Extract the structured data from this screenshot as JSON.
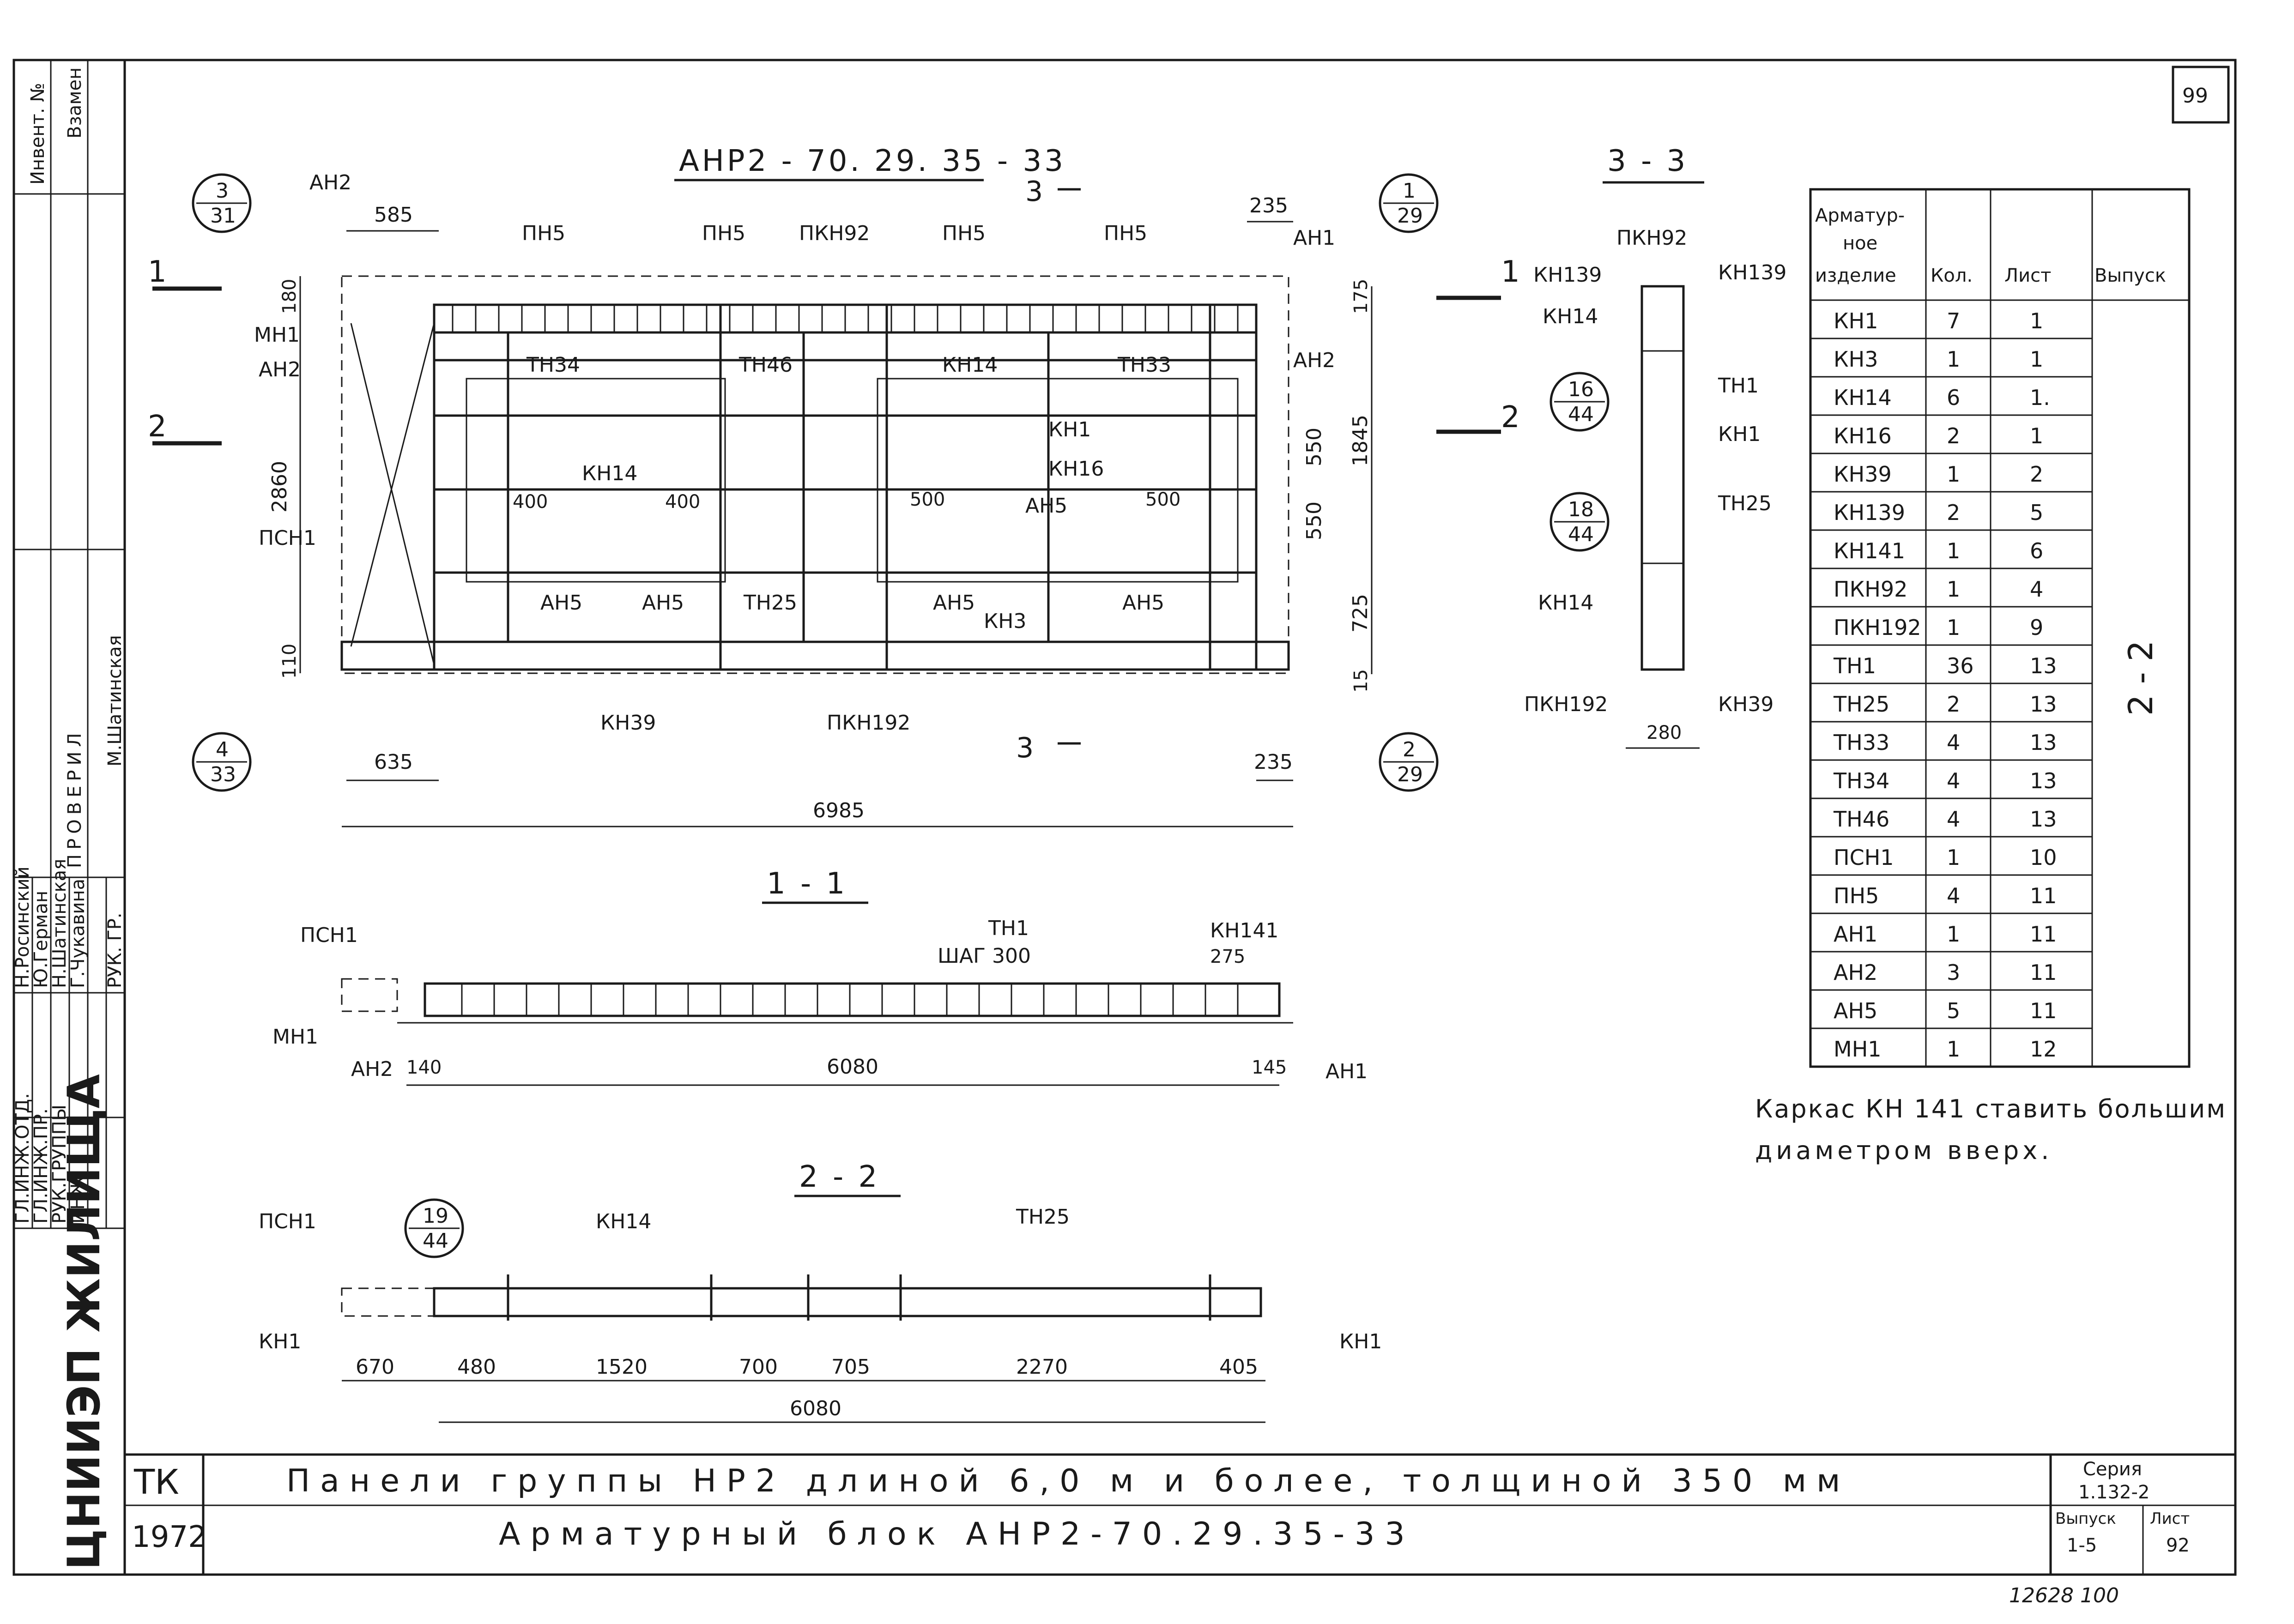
{
  "sheet_number_top": "99",
  "bottom_numbers": "12628 100",
  "main_view": {
    "title": "АНР2 - 70. 29. 35 - 33",
    "dims_top": [
      "585",
      "235"
    ],
    "dims_bottom": [
      "635",
      "235",
      "6985"
    ],
    "dims_left": [
      "180",
      "2860",
      "110"
    ],
    "dims_right": [
      "175",
      "1845",
      "550",
      "550",
      "725",
      "15"
    ],
    "dims_inner": [
      "400",
      "400",
      "500",
      "500"
    ],
    "labels": {
      "an2_top": "АН2",
      "an1_top": "АН1",
      "pn5_1": "ПН5",
      "pn5_2": "ПН5",
      "pkn92": "ПКН92",
      "pn5_3": "ПН5",
      "pn5_4": "ПН5",
      "mn1": "МН1",
      "an2_left": "АН2",
      "psn1": "ПСН1",
      "tn34": "ТН34",
      "tn46": "ТН46",
      "kn14_a": "КН14",
      "tn33": "ТН33",
      "an2_right": "АН2",
      "kn1": "КН1",
      "kn14_b": "КН14",
      "kn16": "КН16",
      "an5_mid": "АН5",
      "an5_1": "АН5",
      "an5_2": "АН5",
      "tn25": "ТН25",
      "an5_3": "АН5",
      "kn3": "КН3",
      "an5_4": "АН5",
      "kn39": "КН39",
      "pkn192": "ПКН192"
    },
    "callouts": [
      {
        "top": "3",
        "bottom": "31"
      },
      {
        "top": "1",
        "bottom": "29"
      },
      {
        "top": "4",
        "bottom": "33"
      },
      {
        "top": "2",
        "bottom": "29"
      }
    ],
    "section_marks": [
      "1",
      "2",
      "1",
      "2",
      "3",
      "3"
    ]
  },
  "section_3_3": {
    "title": "3 - 3",
    "labels": {
      "pkn92": "ПКН92",
      "kn139_l": "КН139",
      "kn139_r": "КН139",
      "kn14_top": "КН14",
      "tn1": "ТН1",
      "kn1": "КН1",
      "tn25": "ТН25",
      "kn14_bot": "КН14",
      "pkn192": "ПКН192",
      "kn39": "КН39"
    },
    "callouts": [
      {
        "top": "16",
        "bottom": "44"
      },
      {
        "top": "18",
        "bottom": "44"
      }
    ],
    "dim": "280"
  },
  "section_1_1": {
    "title": "1 - 1",
    "labels": {
      "psn1": "ПСН1",
      "mn1": "МН1",
      "an2": "АН2",
      "tn1": "ТН1",
      "step": "ШАГ 300",
      "kn141": "КН141",
      "an1": "АН1"
    },
    "dims": [
      "140",
      "6080",
      "145",
      "275"
    ]
  },
  "section_2_2": {
    "title": "2 - 2",
    "labels": {
      "psn1": "ПСН1",
      "kn14": "КН14",
      "tn25": "ТН25",
      "kn1_l": "КН1",
      "kn1_r": "КН1"
    },
    "callout": {
      "top": "19",
      "bottom": "44"
    },
    "dims": [
      "670",
      "480",
      "1520",
      "700",
      "705",
      "2270",
      "405",
      "6080"
    ]
  },
  "table": {
    "headers": [
      "Арматур-ное изделие",
      "Кол.",
      "Лист",
      "Выпуск"
    ],
    "rows": [
      [
        "КН1",
        "7",
        "1"
      ],
      [
        "КН3",
        "1",
        "1"
      ],
      [
        "КН14",
        "6",
        "1."
      ],
      [
        "КН16",
        "2",
        "1"
      ],
      [
        "КН39",
        "1",
        "2"
      ],
      [
        "КН139",
        "2",
        "5"
      ],
      [
        "КН141",
        "1",
        "6"
      ],
      [
        "ПКН92",
        "1",
        "4"
      ],
      [
        "ПКН192",
        "1",
        "9"
      ],
      [
        "ТН1",
        "36",
        "13"
      ],
      [
        "ТН25",
        "2",
        "13"
      ],
      [
        "ТН33",
        "4",
        "13"
      ],
      [
        "ТН34",
        "4",
        "13"
      ],
      [
        "ТН46",
        "4",
        "13"
      ],
      [
        "ПСН1",
        "1",
        "10"
      ],
      [
        "ПН5",
        "4",
        "11"
      ],
      [
        "АН1",
        "1",
        "11"
      ],
      [
        "АН2",
        "3",
        "11"
      ],
      [
        "АН5",
        "5",
        "11"
      ],
      [
        "МН1",
        "1",
        "12"
      ]
    ],
    "issue": "2 - 2"
  },
  "note": [
    "Каркас КН 141 ставить большим",
    "диаметром вверх."
  ],
  "left_strip": {
    "header": [
      "Инвент. №",
      "Взамен"
    ],
    "check": "ПРОВЕРИЛ",
    "roles": [
      "ГЛ.ИНЖ.ОТД.",
      "ГЛ.ИНЖ.ПР.",
      "РУК.ГРУППЫ",
      "ИНЖ."
    ],
    "names": [
      "Н.Росинский",
      "Ю.Герман",
      "Н.Шатинская",
      "Г.Чукавина"
    ],
    "check_roles": [
      "РУК. ГР."
    ],
    "check_names": [
      "М.Шатинская"
    ],
    "org": "ЦНИИЭП ЖИЛИЩА"
  },
  "title_block": {
    "code": "ТК",
    "year": "1972",
    "line1": "Панели группы НР2 длиной 6,0 м и более, толщиной 350 мм",
    "line2": "Арматурный блок АНР2-70.29.35-33",
    "series_label": "Серия",
    "series": "1.132-2",
    "issue_label": "Выпуск",
    "issue": "1-5",
    "sheet_label": "Лист",
    "sheet": "92"
  }
}
